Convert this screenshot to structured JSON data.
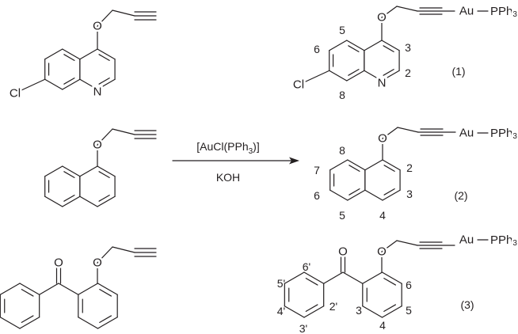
{
  "reaction": {
    "reagent": "[AuCl(PPh",
    "reagent_sub": "3",
    "reagent_end": ")]",
    "base": "KOH"
  },
  "atoms": {
    "O": "O",
    "N": "N",
    "Cl": "Cl",
    "Au": "Au",
    "PPh": "PPh",
    "sub3": "3"
  },
  "products": [
    {
      "label": "(1)",
      "positions": [
        "5",
        "6",
        "3",
        "2",
        "8"
      ]
    },
    {
      "label": "(2)",
      "positions": [
        "8",
        "7",
        "6",
        "5",
        "4",
        "3",
        "2"
      ]
    },
    {
      "label": "(3)",
      "positions": [
        "6'",
        "5'",
        "4'",
        "3'",
        "2'",
        "3",
        "4",
        "5",
        "6"
      ]
    }
  ]
}
